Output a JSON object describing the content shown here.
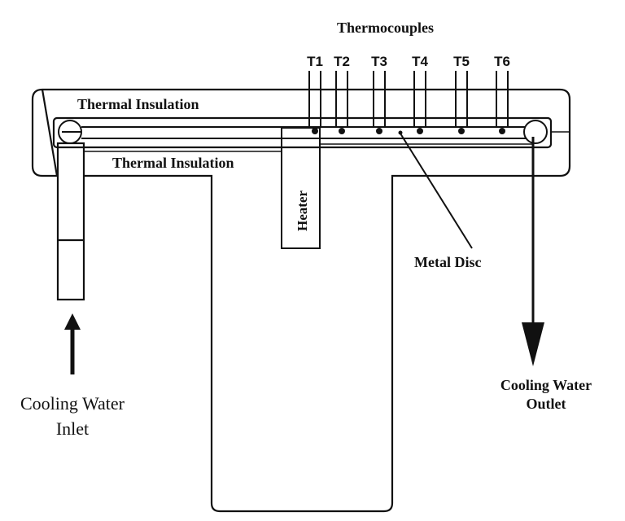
{
  "title": "Thermocouples",
  "labels": {
    "thermocouples": "Thermocouples",
    "insulation_top": "Thermal Insulation",
    "insulation_bottom": "Thermal Insulation",
    "heater": "Heater",
    "metal_disc": "Metal Disc",
    "inlet_line1": "Cooling Water",
    "inlet_line2": "Inlet",
    "outlet_line1": "Cooling Water",
    "outlet_line2": "Outlet"
  },
  "thermocouples": [
    {
      "id": "T1",
      "label": "T1"
    },
    {
      "id": "T2",
      "label": "T2"
    },
    {
      "id": "T3",
      "label": "T3"
    },
    {
      "id": "T4",
      "label": "T4"
    },
    {
      "id": "T5",
      "label": "T5"
    },
    {
      "id": "T6",
      "label": "T6"
    }
  ],
  "colors": {
    "line": "#111111",
    "background": "#ffffff"
  }
}
